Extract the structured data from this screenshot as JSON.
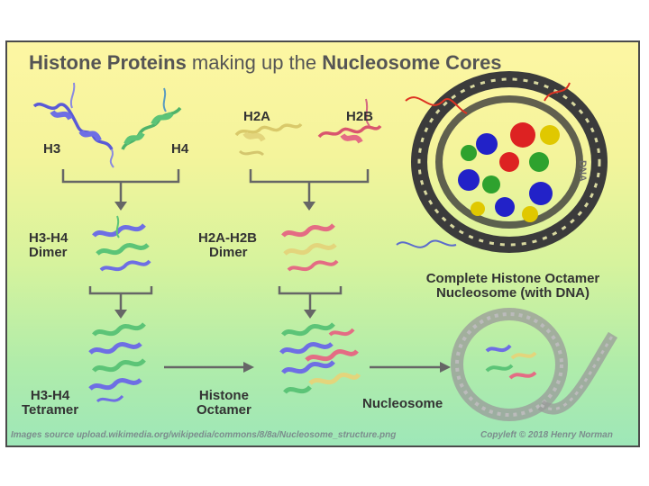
{
  "title": {
    "part1": "Histone Proteins",
    "part2": " making up the ",
    "part3": "Nucleosome Cores"
  },
  "labels": {
    "h3": "H3",
    "h4": "H4",
    "h2a": "H2A",
    "h2b": "H2B",
    "h3h4_dimer_line1": "H3-H4",
    "h3h4_dimer_line2": "Dimer",
    "h2ah2b_dimer_line1": "H2A-H2B",
    "h2ah2b_dimer_line2": "Dimer",
    "tetramer_line1": "H3-H4",
    "tetramer_line2": "Tetramer",
    "octamer_line1": "Histone",
    "octamer_line2": "Octamer",
    "nucleosome": "Nucleosome",
    "complete_line1": "Complete Histone Octamer",
    "complete_line2": "Nucleosome (with DNA)",
    "dna": "DNA"
  },
  "footer": {
    "source": "Images source upload.wikimedia.org/wikipedia/commons/8/8a/Nucleosome_structure.png",
    "copyleft": "Copyleft © 2018 Henry Norman"
  },
  "colors": {
    "h3": "#5a5ad6",
    "h4": "#4fb36a",
    "h2a": "#d9c96a",
    "h2b": "#d9556e",
    "dna": "#3b3b3b",
    "arrow": "#666666",
    "background_top": "#fdf6a3",
    "background_bottom": "#9ee7b8"
  }
}
